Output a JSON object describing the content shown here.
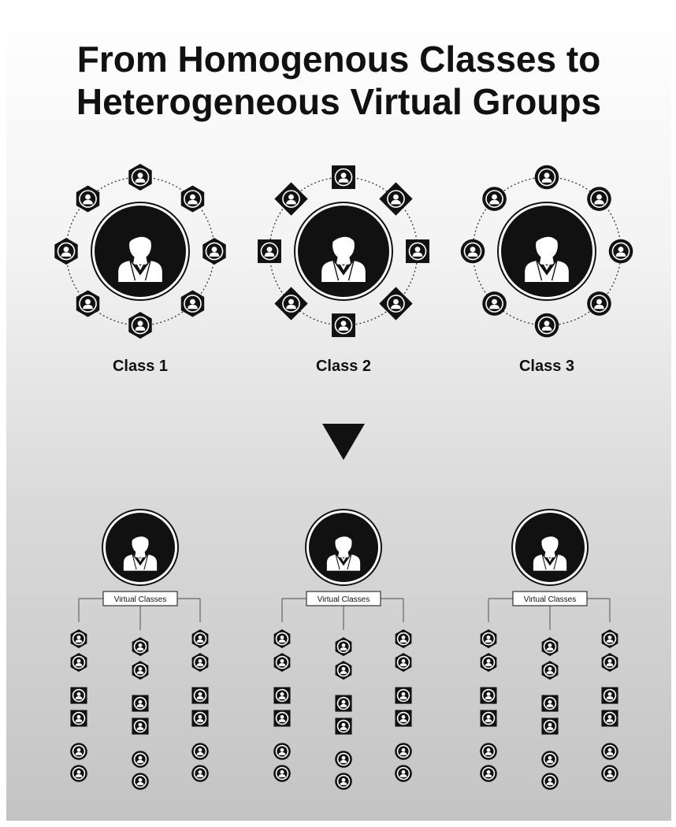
{
  "title": {
    "line1": "From Homogenous Classes to",
    "line2": "Heterogeneous Virtual Groups"
  },
  "classes": [
    {
      "label": "Class 1",
      "member_shape": "hexagon"
    },
    {
      "label": "Class 2",
      "member_shape": "square-diamond"
    },
    {
      "label": "Class 3",
      "member_shape": "circle"
    }
  ],
  "virtual_groups": [
    {
      "label": "Virtual Classes"
    },
    {
      "label": "Virtual Classes"
    },
    {
      "label": "Virtual Classes"
    }
  ],
  "arrow": "down-triangle-icon",
  "icons": {
    "teacher": "teacher-icon",
    "student": "student-icon"
  },
  "colors": {
    "ink": "#111111",
    "background_top": "#ffffff",
    "background_bottom": "#c4c4c4"
  }
}
